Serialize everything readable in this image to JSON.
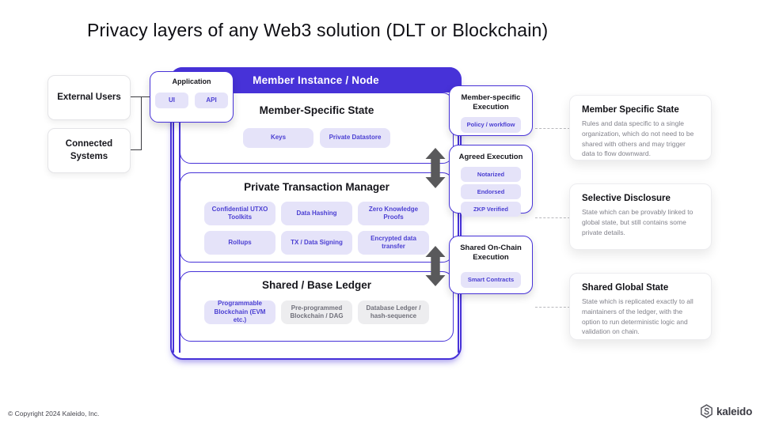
{
  "title": "Privacy layers of any Web3 solution (DLT or Blockchain)",
  "left_inputs": [
    {
      "label": "External Users"
    },
    {
      "label": "Connected Systems"
    }
  ],
  "application": {
    "label": "Application",
    "chips": [
      {
        "label": "UI"
      },
      {
        "label": "API"
      }
    ]
  },
  "node": {
    "header": "Member Instance / Node",
    "layers": [
      {
        "title": "Member-Specific State",
        "chips": [
          {
            "label": "Keys",
            "variant": "purple"
          },
          {
            "label": "Private Datastore",
            "variant": "purple"
          }
        ]
      },
      {
        "title": "Private Transaction Manager",
        "chips": [
          {
            "label": "Confidential UTXO Toolkits",
            "variant": "purple"
          },
          {
            "label": "Data Hashing",
            "variant": "purple"
          },
          {
            "label": "Zero Knowledge Proofs",
            "variant": "purple"
          },
          {
            "label": "Rollups",
            "variant": "purple"
          },
          {
            "label": "TX / Data Signing",
            "variant": "purple"
          },
          {
            "label": "Encrypted data transfer",
            "variant": "purple"
          }
        ]
      },
      {
        "title": "Shared / Base Ledger",
        "chips": [
          {
            "label": "Programmable Blockchain (EVM etc.)",
            "variant": "purple"
          },
          {
            "label": "Pre-programmed Blockchain / DAG",
            "variant": "gray"
          },
          {
            "label": "Database Ledger / hash-sequence",
            "variant": "gray"
          }
        ]
      }
    ]
  },
  "executions": [
    {
      "title": "Member-specific Execution",
      "chips": [
        {
          "label": "Policy / workflow"
        }
      ]
    },
    {
      "title": "Agreed Execution",
      "chips": [
        {
          "label": "Notarized"
        },
        {
          "label": "Endorsed"
        },
        {
          "label": "ZKP Verified"
        }
      ]
    },
    {
      "title": "Shared On-Chain Execution",
      "chips": [
        {
          "label": "Smart Contracts"
        }
      ]
    }
  ],
  "descriptions": [
    {
      "title": "Member Specific State",
      "body": "Rules and data specific to a single organization, which do not need to be shared with others and may trigger data to flow downward."
    },
    {
      "title": "Selective Disclosure",
      "body": "State which can be provably linked to global state, but still contains some private details."
    },
    {
      "title": "Shared Global State",
      "body": "State which is replicated exactly to all maintainers of the ledger, with the option to run deterministic logic and validation on chain."
    }
  ],
  "footer": {
    "copyright": "© Copyright 2024 Kaleido, Inc.",
    "brand": "kaleido"
  },
  "icons": {
    "arrow": "bidirectional-arrow-icon",
    "logo": "kaleido-hexagon-logo-icon"
  },
  "colors": {
    "purple": "#4732d8",
    "chip_bg": "#e5e3f9",
    "chip_text": "#4b3fd2",
    "gray_chip_bg": "#ededef",
    "gray_chip_text": "#70707a",
    "arrow_gray": "#59595b"
  }
}
